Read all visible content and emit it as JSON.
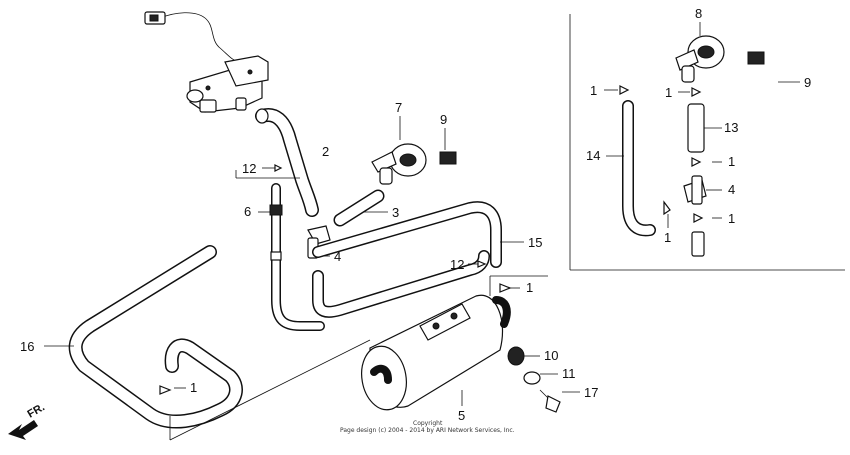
{
  "diagram": {
    "callouts": {
      "c1a": "1",
      "c1b": "1",
      "c1c": "1",
      "c1d": "1",
      "c1e": "1",
      "c1f": "1",
      "c1g": "1",
      "c2": "2",
      "c3": "3",
      "c4a": "4",
      "c4b": "4",
      "c5": "5",
      "c6": "6",
      "c7": "7",
      "c8": "8",
      "c9a": "9",
      "c9b": "9",
      "c10": "10",
      "c11": "11",
      "c12a": "12",
      "c12b": "12",
      "c13": "13",
      "c14": "14",
      "c15": "15",
      "c16": "16",
      "c17": "17"
    },
    "front_label": "FR.",
    "copyright_line1": "Copyright",
    "copyright_line2": "Page design (c) 2004 - 2014 by ARI Network Services, Inc."
  }
}
